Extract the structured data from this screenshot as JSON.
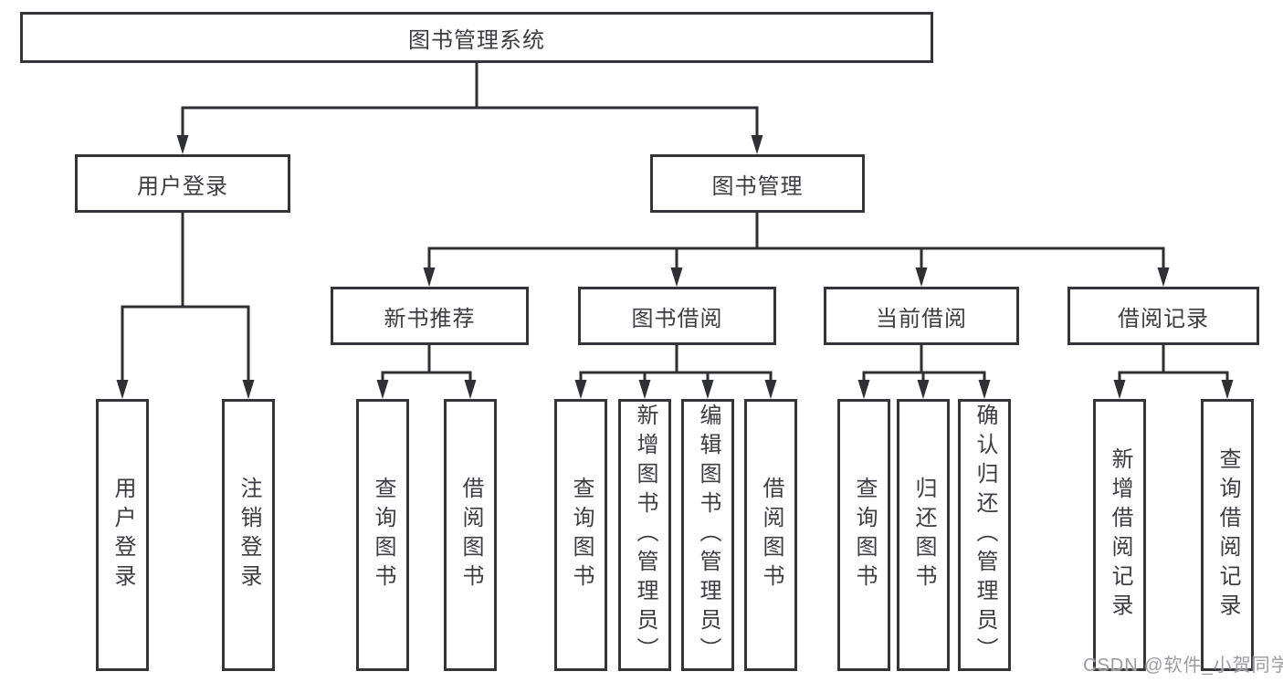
{
  "nodes": {
    "root": "图书管理系统",
    "user_login": "用户登录",
    "book_mgmt": "图书管理",
    "new_book_rec": "新书推荐",
    "book_borrow": "图书借阅",
    "current_borrow": "当前借阅",
    "borrow_records": "借阅记录",
    "leaf_user_login": "用户登录",
    "leaf_logout": "注销登录",
    "leaf_rec_query": "查询图书",
    "leaf_rec_borrow": "借阅图书",
    "leaf_bb_query": "查询图书",
    "leaf_bb_add": "新增图书（管理员）",
    "leaf_bb_edit": "编辑图书（管理员）",
    "leaf_bb_borrow": "借阅图书",
    "leaf_cb_query": "查询图书",
    "leaf_cb_return": "归还图书",
    "leaf_cb_confirm": "确认归还（管理员）",
    "leaf_br_add": "新增借阅记录",
    "leaf_br_query": "查询借阅记录"
  },
  "colors": {
    "line": "#2f2f36",
    "border": "#34343b",
    "text": "#3c3c43",
    "watermark_text": "#9b9ba2"
  },
  "watermark": "CSDN @软件_小贺同学"
}
